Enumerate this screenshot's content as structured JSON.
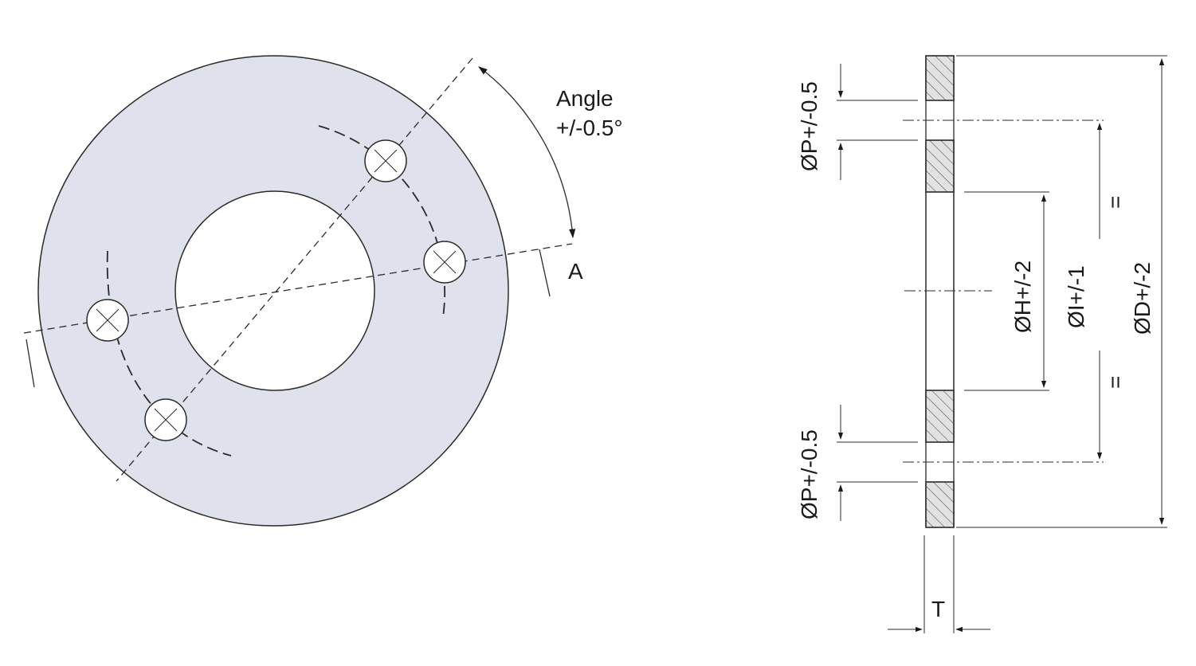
{
  "plan_view": {
    "angle_label": "Angle",
    "angle_tolerance": "+/-0.5°",
    "datum_label": "A",
    "colors": {
      "flange_face": "#dfe1ec",
      "outline": "#2a2a2a",
      "bore": "#ffffff"
    }
  },
  "section_view": {
    "bolt_hole_top_label": "ØP+/-0.5",
    "bolt_hole_bottom_label": "ØP+/-0.5",
    "inner_diameter_label": "ØH+/-2",
    "pitch_circle_label": "ØI+/-1",
    "outer_diameter_label": "ØD+/-2",
    "equal_top_mark": "=",
    "equal_bottom_mark": "=",
    "thickness_label": "T",
    "colors": {
      "section_fill": "#e2e2e2",
      "hatch": "#555555"
    }
  }
}
